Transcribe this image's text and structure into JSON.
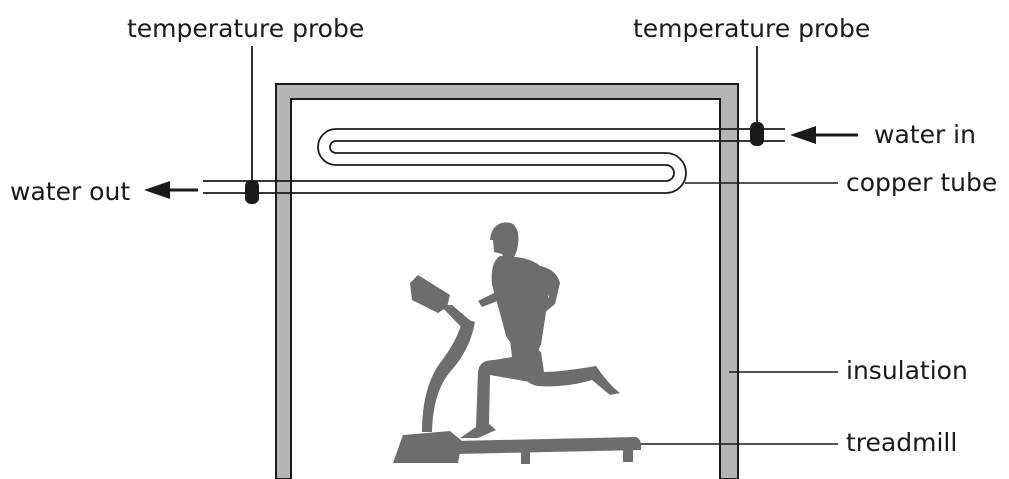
{
  "labels": {
    "probe_left": "temperature probe",
    "probe_right": "temperature probe",
    "water_in": "water in",
    "water_out": "water out",
    "copper_tube": "copper tube",
    "insulation": "insulation",
    "treadmill": "treadmill"
  },
  "colors": {
    "insulation_fill": "#b5b5b5",
    "silhouette": "#6d6d6d",
    "line": "#1a1a1a",
    "probe": "#1a1a1a"
  }
}
